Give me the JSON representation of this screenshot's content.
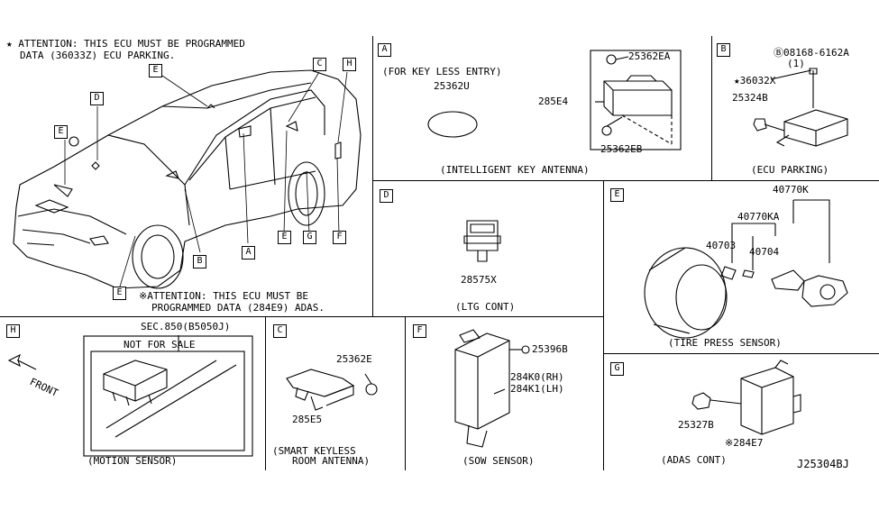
{
  "notes": {
    "attention_top_line1": "★ ATTENTION: THIS ECU MUST BE PROGRAMMED",
    "attention_top_line2": "DATA (36033Z) ECU PARKING.",
    "attention_bottom_line1": "※ATTENTION: THIS ECU MUST BE",
    "attention_bottom_line2": "PROGRAMMED DATA (284E9) ADAS."
  },
  "car_callouts": [
    "E",
    "D",
    "E",
    "C",
    "H",
    "E",
    "A",
    "E",
    "G",
    "F",
    "B",
    "E"
  ],
  "panel_a": {
    "letter": "A",
    "note": "(FOR KEY LESS ENTRY)",
    "parts": [
      "25362U",
      "285E4",
      "25362EA",
      "25362EB"
    ],
    "caption": "(INTELLIGENT KEY ANTENNA)"
  },
  "panel_b": {
    "letter": "B",
    "parts": [
      "Ⓑ08168-6162A",
      "(1)",
      "★36032X",
      "25324B"
    ],
    "caption": "(ECU PARKING)"
  },
  "panel_d": {
    "letter": "D",
    "parts": [
      "28575X"
    ],
    "caption": "(LTG CONT)"
  },
  "panel_e": {
    "letter": "E",
    "parts": [
      "40770K",
      "40770KA",
      "40703",
      "40704"
    ],
    "caption": "(TIRE PRESS SENSOR)"
  },
  "panel_h": {
    "letter": "H",
    "front": "FRONT",
    "sec": "SEC.850(B5050J)",
    "not_for_sale": "NOT FOR SALE",
    "caption": "(MOTION SENSOR)"
  },
  "panel_c": {
    "letter": "C",
    "parts": [
      "25362E",
      "285E5"
    ],
    "caption_line1": "(SMART KEYLESS",
    "caption_line2": "ROOM ANTENNA)"
  },
  "panel_f": {
    "letter": "F",
    "parts": [
      "25396B",
      "284K0(RH)",
      "284K1(LH)"
    ],
    "caption": "(SOW SENSOR)"
  },
  "panel_g": {
    "letter": "G",
    "parts": [
      "25327B",
      "※284E7"
    ],
    "caption": "(ADAS CONT)"
  },
  "diagram_code": "J25304BJ"
}
